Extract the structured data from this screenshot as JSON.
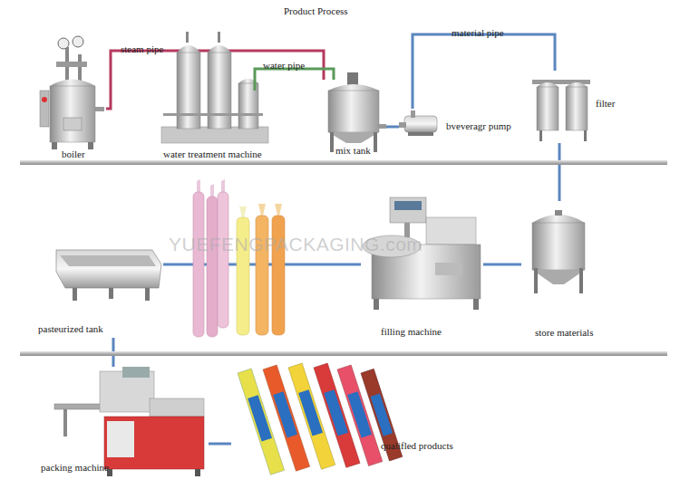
{
  "diagram": {
    "title": "Product Process",
    "nodes": [
      {
        "text": [
          "boiler"
        ]
      },
      {
        "text": [
          "water treatment machine"
        ]
      },
      {
        "text": [
          "mix tank"
        ]
      },
      {
        "text": [
          "bveveragr pump"
        ]
      },
      {
        "text": [
          "filter"
        ]
      },
      {
        "text": [
          "pasteurized tank"
        ]
      },
      {
        "text": [
          "filling machine"
        ]
      },
      {
        "text": [
          "store materials"
        ]
      },
      {
        "text": [
          "packing machine"
        ]
      },
      {
        "text": [
          "qualifled products"
        ]
      }
    ],
    "edges": [
      {
        "from": 0,
        "to": 2,
        "label": "steam pipe",
        "arrow": "none"
      },
      {
        "from": 1,
        "to": 2,
        "label": "water pipe",
        "arrow": "none"
      },
      {
        "from": 2,
        "to": 3,
        "arrow": "none"
      },
      {
        "from": 3,
        "to": 4,
        "label": "material pipe",
        "arrow": "none"
      },
      {
        "from": 4,
        "to": 7,
        "arrow": "none"
      },
      {
        "from": 7,
        "to": 6,
        "arrow": "none"
      },
      {
        "from": 6,
        "to": 5,
        "arrow": "none"
      },
      {
        "from": 5,
        "to": 8,
        "arrow": "none"
      },
      {
        "from": 8,
        "to": 9,
        "arrow": "none"
      }
    ],
    "labels": [
      "YUEFENGPACKAGING.com"
    ]
  }
}
